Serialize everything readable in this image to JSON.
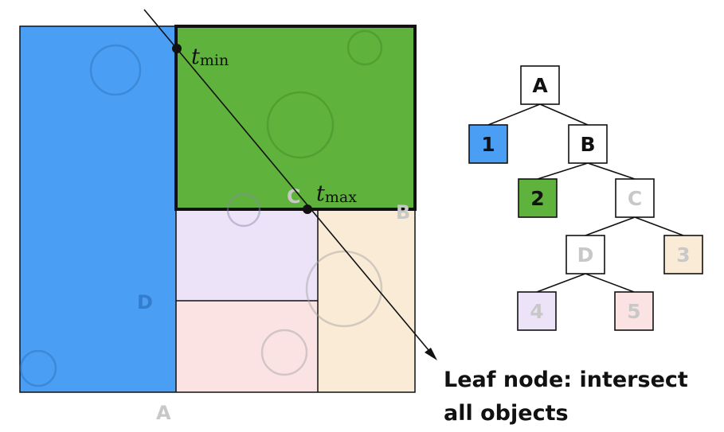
{
  "region_labels": {
    "a": "A",
    "b": "B",
    "c": "C",
    "d": "D"
  },
  "ray": {
    "t_min_var": "t",
    "t_min_sub": "min",
    "t_max_var": "t",
    "t_max_sub": "max"
  },
  "caption": {
    "line1": "Leaf node: intersect",
    "line2": "all objects"
  },
  "tree": {
    "nodes": [
      {
        "id": "A",
        "label": "A",
        "kind": "internal",
        "state": "active"
      },
      {
        "id": "1",
        "label": "1",
        "kind": "leaf",
        "state": "active",
        "fill": "#4a9ff5"
      },
      {
        "id": "B",
        "label": "B",
        "kind": "internal",
        "state": "active"
      },
      {
        "id": "2",
        "label": "2",
        "kind": "leaf",
        "state": "active",
        "fill": "#5fb33c"
      },
      {
        "id": "C",
        "label": "C",
        "kind": "internal",
        "state": "inactive"
      },
      {
        "id": "D",
        "label": "D",
        "kind": "internal",
        "state": "inactive"
      },
      {
        "id": "3",
        "label": "3",
        "kind": "leaf",
        "state": "inactive",
        "fill": "#faebd7"
      },
      {
        "id": "4",
        "label": "4",
        "kind": "leaf",
        "state": "inactive",
        "fill": "#ece3f8"
      },
      {
        "id": "5",
        "label": "5",
        "kind": "leaf",
        "state": "inactive",
        "fill": "#fbe3e3"
      }
    ],
    "edges": [
      [
        "A",
        "1"
      ],
      [
        "A",
        "B"
      ],
      [
        "B",
        "2"
      ],
      [
        "B",
        "C"
      ],
      [
        "C",
        "D"
      ],
      [
        "C",
        "3"
      ],
      [
        "D",
        "4"
      ],
      [
        "D",
        "5"
      ]
    ]
  },
  "colors": {
    "blue_region": "#4a9ff5",
    "green_region": "#5fb33c",
    "purple_region": "#ece3f8",
    "pink_region": "#fbe3e3",
    "peach_region": "#faebd7",
    "inactive_text": "#c8c8c8",
    "active_text": "#111111"
  }
}
